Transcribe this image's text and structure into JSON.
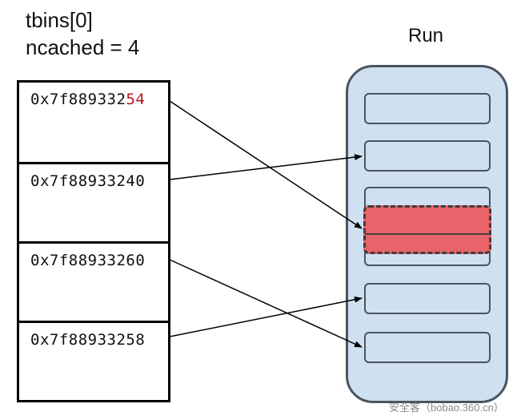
{
  "header": {
    "line1": "tbins[0]",
    "line2": "ncached = 4"
  },
  "run_label": "Run",
  "bins": [
    {
      "prefix": "0x7f889332",
      "suffix": "54",
      "suffix_color": "#c0141c"
    },
    {
      "prefix": "0x7f88933240",
      "suffix": ""
    },
    {
      "prefix": "0x7f88933260",
      "suffix": ""
    },
    {
      "prefix": "0x7f88933258",
      "suffix": ""
    }
  ],
  "colors": {
    "run_fill": "#cfe0f1",
    "run_border": "#4a5560",
    "highlight_fill": "#e8636a"
  },
  "watermark": "安全客（bobao.360.cn）"
}
